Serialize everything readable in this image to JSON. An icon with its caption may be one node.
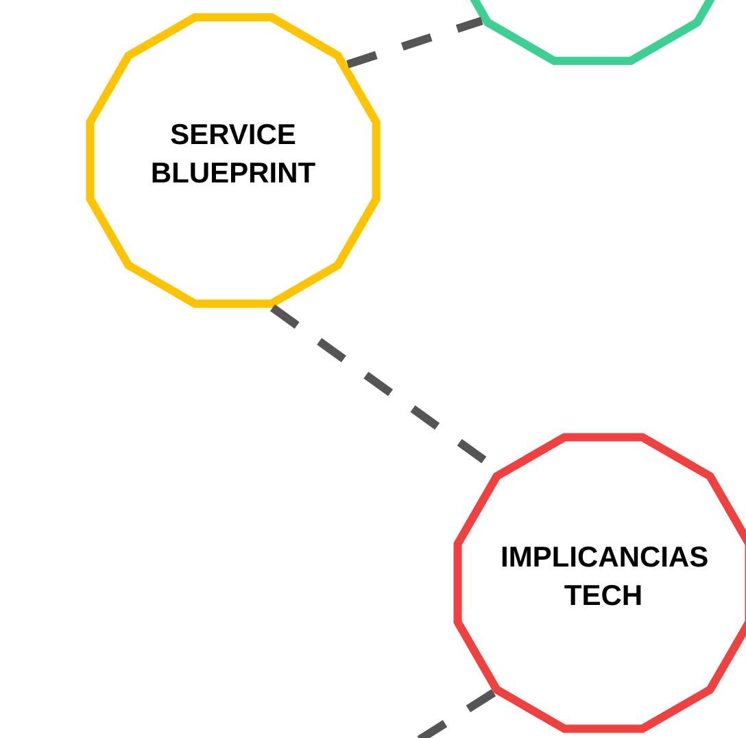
{
  "diagram": {
    "nodes": [
      {
        "text": [
          "SERVICE BLUEPRINT"
        ]
      },
      {
        "text": [],
        "shape": "dodecagon"
      },
      {
        "text": [
          "IMPLICANCIAS TECH"
        ]
      }
    ],
    "edges": [
      {
        "from": 0,
        "to": 1,
        "arrow": "none",
        "style": "dashed"
      },
      {
        "from": 0,
        "to": 2,
        "arrow": "none",
        "style": "dashed"
      },
      {
        "from": 2,
        "to": null,
        "arrow": "none",
        "style": "dashed"
      }
    ]
  }
}
